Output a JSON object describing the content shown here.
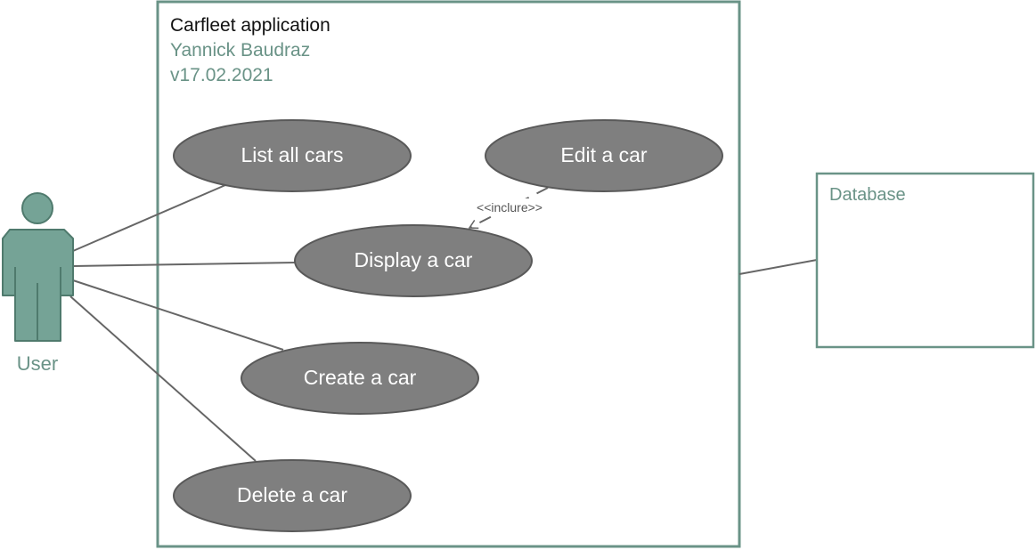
{
  "system": {
    "title": "Carfleet application",
    "author": "Yannick Baudraz",
    "version": "v17.02.2021"
  },
  "actor": {
    "label": "User"
  },
  "database": {
    "label": "Database"
  },
  "use_cases": {
    "list_all": "List all cars",
    "edit": "Edit a car",
    "display": "Display a car",
    "create": "Create a car",
    "delete": "Delete a car"
  },
  "include_relation": {
    "label": "<<inclure>>"
  },
  "colors": {
    "border": "#6a9387",
    "actor_fill": "#75a396",
    "actor_stroke": "#4f7a6d",
    "usecase_fill": "#7f7f7f",
    "usecase_stroke": "#595959",
    "line": "#666666"
  }
}
